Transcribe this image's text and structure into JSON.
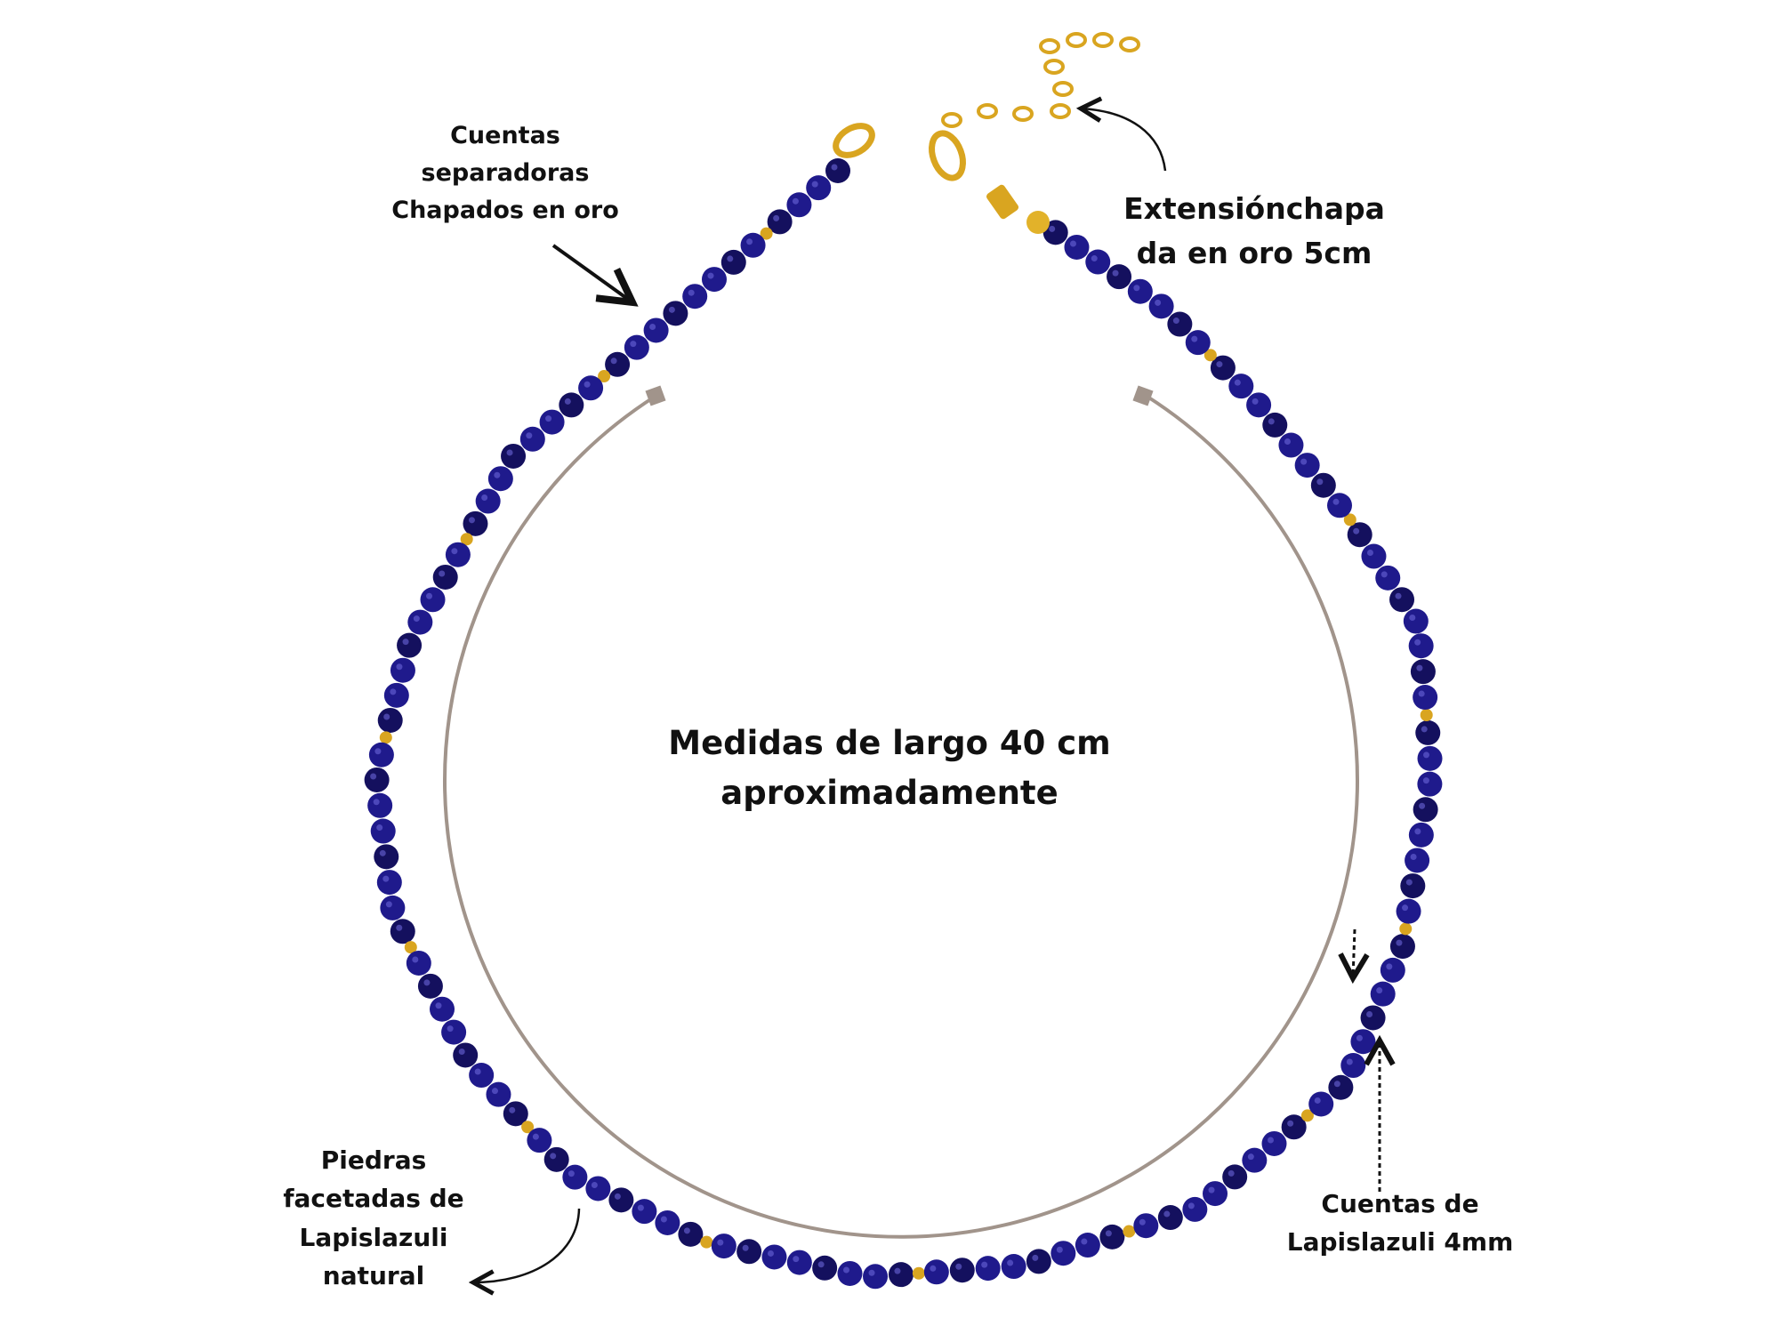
{
  "labels": {
    "separators": [
      "Cuentas",
      "separadoras",
      "Chapados en oro"
    ],
    "extension": [
      "Extensiónchapa",
      "da en oro 5cm"
    ],
    "measure": [
      "Medidas de largo 40 cm",
      "aproximadamente"
    ],
    "stones": [
      "Piedras",
      "facetadas de",
      "Lapislazuli",
      "natural"
    ],
    "beads": [
      "Cuentas de",
      "Lapislazuli 4mm"
    ]
  },
  "colors": {
    "bead": "#1f1a8c",
    "bead_dark": "#14105e",
    "gold": "#d9a520",
    "arc": "#a1948b",
    "text": "#111111"
  }
}
